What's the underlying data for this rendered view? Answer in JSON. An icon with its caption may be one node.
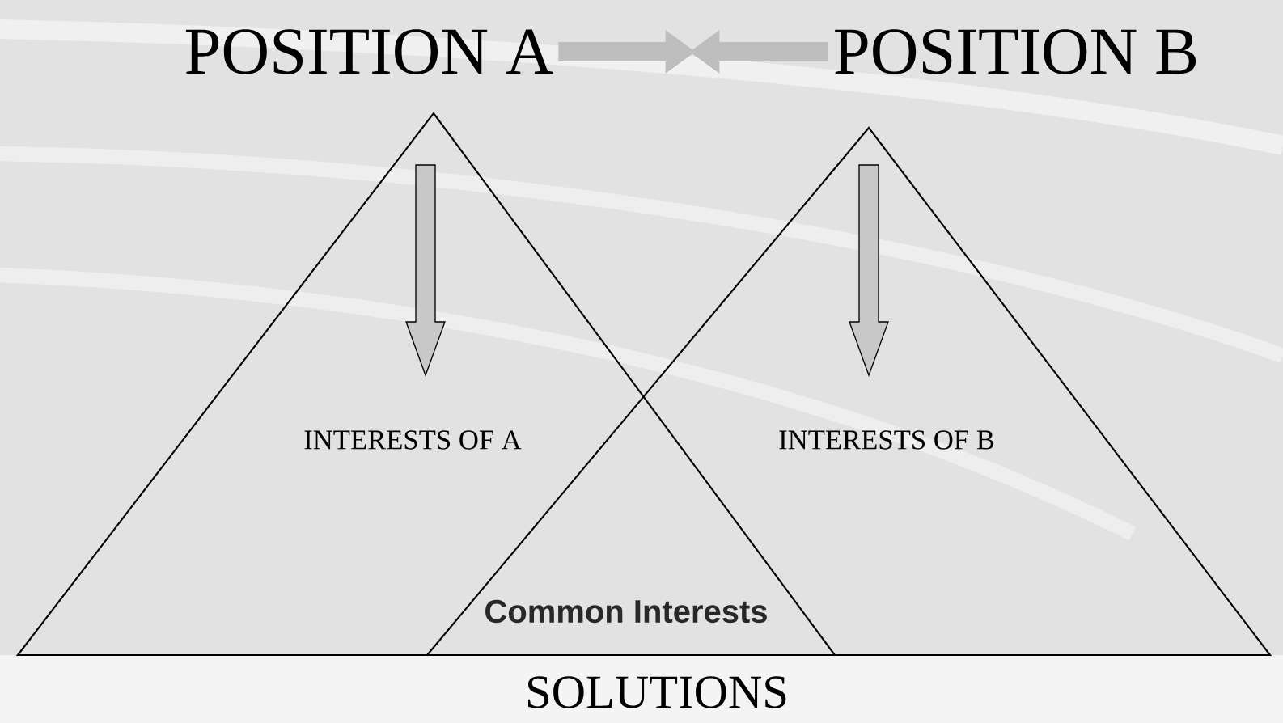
{
  "diagram": {
    "nodes": [
      {
        "text": [
          "POSITION A"
        ]
      },
      {
        "text": [
          "POSITION B"
        ]
      },
      {
        "text": [
          "INTERESTS OF A"
        ]
      },
      {
        "text": [
          "INTERESTS OF B"
        ]
      }
    ],
    "edges": [
      {
        "from": 0,
        "to": null,
        "arrow": "to"
      },
      {
        "from": 1,
        "to": null,
        "arrow": "to"
      }
    ],
    "labels": [
      "Common Interests",
      "SOLUTIONS"
    ]
  }
}
